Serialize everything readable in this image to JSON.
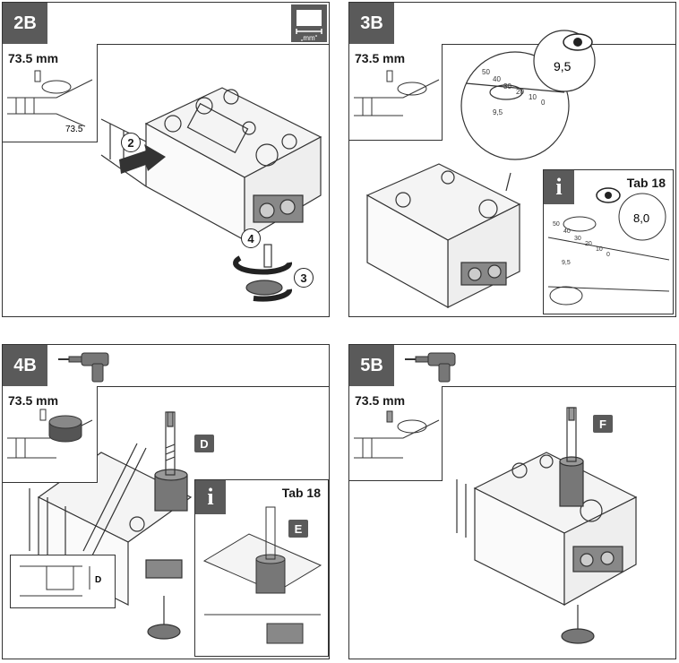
{
  "panels": [
    {
      "id": "2B",
      "inset_label": "73.5 mm",
      "dim_label": "73.5",
      "unit_badge": "„mm“",
      "steps": [
        "2",
        "3",
        "4"
      ]
    },
    {
      "id": "3B",
      "inset_label": "73.5 mm",
      "eye_value": "9,5",
      "info_tab": "Tab 18",
      "info_eye_value": "8,0",
      "scale_labels": [
        "50",
        "40",
        "30",
        "20",
        "10",
        "0",
        "9,5"
      ],
      "info_scale_labels": [
        "50",
        "40",
        "30",
        "20",
        "10",
        "0",
        "9,5"
      ]
    },
    {
      "id": "4B",
      "inset_label": "73.5 mm",
      "callout": "D",
      "detail_label": "D",
      "info_tab": "Tab 18",
      "info_callout": "E"
    },
    {
      "id": "5B",
      "inset_label": "73.5 mm",
      "callout": "F"
    }
  ],
  "icons": [
    "ruler-mm-icon",
    "drill-icon",
    "eye-icon",
    "info-icon"
  ]
}
